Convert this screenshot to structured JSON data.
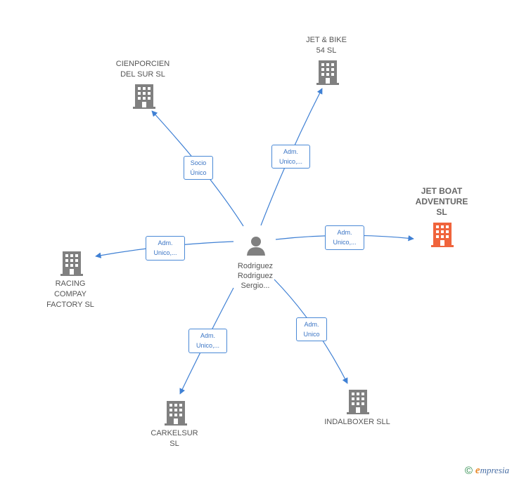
{
  "center": {
    "name": "Rodriguez\nRodriguez\nSergio..."
  },
  "nodes": [
    {
      "id": "cienporcien",
      "label": "CIENPORCIEN\nDEL SUR  SL",
      "highlight": false,
      "icon": "building-icon"
    },
    {
      "id": "jetbike",
      "label": "JET & BIKE\n54  SL",
      "highlight": false,
      "icon": "building-icon"
    },
    {
      "id": "jetboat",
      "label": "JET BOAT\nADVENTURE\nSL",
      "highlight": true,
      "icon": "building-icon"
    },
    {
      "id": "racing",
      "label": "RACING\nCOMPAY\nFACTORY  SL",
      "highlight": false,
      "icon": "building-icon"
    },
    {
      "id": "carkelsur",
      "label": "CARKELSUR\nSL",
      "highlight": false,
      "icon": "building-icon"
    },
    {
      "id": "indalboxer",
      "label": "INDALBOXER SLL",
      "highlight": false,
      "icon": "building-icon"
    }
  ],
  "edges": [
    {
      "to": "cienporcien",
      "label": "Socio\nÚnico"
    },
    {
      "to": "jetbike",
      "label": "Adm.\nUnico,..."
    },
    {
      "to": "jetboat",
      "label": "Adm.\nUnico,..."
    },
    {
      "to": "racing",
      "label": "Adm.\nUnico,..."
    },
    {
      "to": "carkelsur",
      "label": "Adm.\nUnico,..."
    },
    {
      "to": "indalboxer",
      "label": "Adm.\nUnico"
    }
  ],
  "footer": {
    "copyright": "©",
    "brand_initial": "e",
    "brand_rest": "mpresia"
  },
  "colors": {
    "edge": "#3f80d4",
    "building": "#808080",
    "highlight": "#f0643c",
    "person": "#808080"
  }
}
